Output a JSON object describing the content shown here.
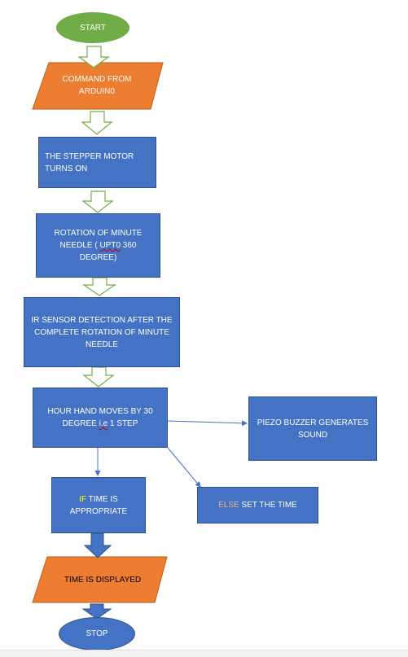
{
  "flowchart": {
    "start": "START",
    "command": "COMMAND FROM ARDUIN0",
    "motor_on": "THE STEPPER MOTOR TURNS ON",
    "rotation_a": "ROTATION OF MINUTE NEEDLE ( ",
    "rotation_b": "UPT0",
    "rotation_c": " 360 DEGREE)",
    "ir_sensor": "IR SENSOR DETECTION AFTER THE COMPLETE ROTATION OF MINUTE NEEDLE",
    "hour_hand_a": "HOUR HAND MOVES BY 30 DEGREE ",
    "hour_hand_b": "i.e",
    "hour_hand_c": " 1 STEP",
    "piezo": "PIEZO BUZZER GENERATES SOUND",
    "if_kw": "IF",
    "if_rest": " TIME IS APPROPRIATE",
    "else_kw": "ELSE",
    "else_rest": " SET THE TIME",
    "displayed": "TIME IS DISPLAYED",
    "stop": "STOP"
  },
  "colors": {
    "start_fill": "#70ad47",
    "process_fill": "#4472c4",
    "io_fill": "#ed7d31",
    "arrow_outline": "#70ad47",
    "connector": "#4472c4"
  }
}
